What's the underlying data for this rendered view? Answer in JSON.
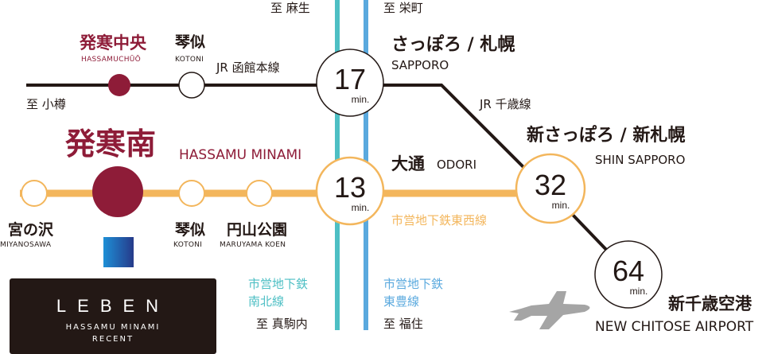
{
  "directions": {
    "asabu": "至 麻生",
    "sakaemachi": "至 栄町",
    "otaru": "至 小樽",
    "makomanai": "至 真駒内",
    "fukuzumi": "至 福住"
  },
  "lines": {
    "jr_hakodate": "JR 函館本線",
    "jr_chitose": "JR 千歳線",
    "tozai": "市営地下鉄東西線",
    "namboku": [
      "市営地下鉄",
      "南北線"
    ],
    "toho": [
      "市営地下鉄",
      "東豊線"
    ]
  },
  "stations": {
    "hassamuchuo": {
      "jp": "発寒中央",
      "en": "HASSAMUCHŪŌ"
    },
    "kotoni_jr": {
      "jp": "琴似",
      "en": "KOTONI"
    },
    "hassamu_minami": {
      "jp": "発寒南",
      "en": "HASSAMU MINAMI"
    },
    "miyanosawa": {
      "jp": "宮の沢",
      "en": "MIYANOSAWA"
    },
    "kotoni": {
      "jp": "琴似",
      "en": "KOTONI"
    },
    "maruyama": {
      "jp": "円山公園",
      "en": "MARUYAMA KOEN"
    },
    "sapporo": {
      "jp": "さっぽろ / 札幌",
      "en": "SAPPORO"
    },
    "odori": {
      "jp": "大通",
      "en": "ODORI"
    },
    "shin_sapporo": {
      "jp": "新さっぽろ / 新札幌",
      "en": "SHIN SAPPORO"
    },
    "new_chitose": {
      "jp": "新千歳空港",
      "en": "NEW CHITOSE AIRPORT"
    }
  },
  "times": {
    "sapporo": {
      "value": "17",
      "unit": "min."
    },
    "odori": {
      "value": "13",
      "unit": "min."
    },
    "shin_sapporo": {
      "value": "32",
      "unit": "min."
    },
    "airport": {
      "value": "64",
      "unit": "min."
    }
  },
  "logo": {
    "brand": "LEBEN",
    "line1": "HASSAMU MINAMI",
    "line2": "RECENT"
  },
  "colors": {
    "jr": "#231815",
    "tozai": "#f3b65c",
    "namboku": "#4dbfc4",
    "toho": "#5aa9de",
    "accent": "#8e1c38"
  }
}
